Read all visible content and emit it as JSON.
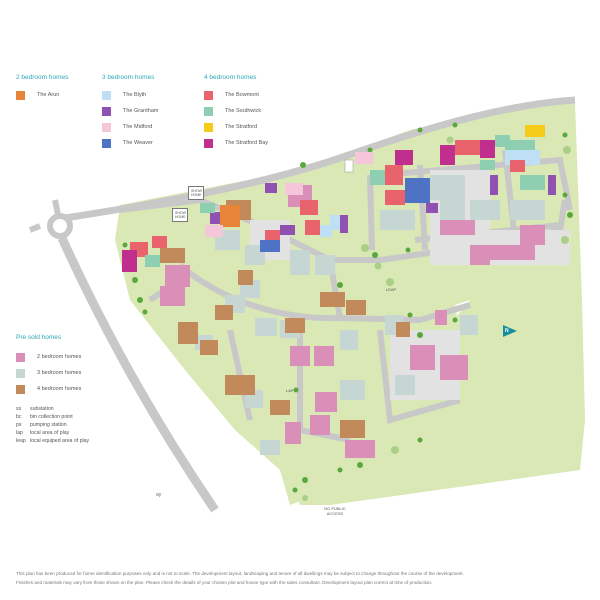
{
  "legend": {
    "two_bed": {
      "heading": "2 bedroom homes",
      "items": [
        {
          "label": "The Arun",
          "color": "#e8843a"
        }
      ]
    },
    "three_bed": {
      "heading": "3 bedroom homes",
      "items": [
        {
          "label": "The Blyth",
          "color": "#bfe0f4"
        },
        {
          "label": "The Grantham",
          "color": "#8f52b0"
        },
        {
          "label": "The Midford",
          "color": "#f5c6da"
        },
        {
          "label": "The Weaver",
          "color": "#4f73c4"
        }
      ]
    },
    "four_bed": {
      "heading": "4 bedroom homes",
      "items": [
        {
          "label": "The Bowmont",
          "color": "#e8636b"
        },
        {
          "label": "The Southwick",
          "color": "#8fcfb1"
        },
        {
          "label": "The Stratford",
          "color": "#f5cc1a"
        },
        {
          "label": "The Stratford Bay",
          "color": "#c02e8e"
        }
      ]
    }
  },
  "presold": {
    "heading": "Pre sold homes",
    "items": [
      {
        "label": "2 bedroom homes",
        "color": "#d98fb8"
      },
      {
        "label": "3 bedroom homes",
        "color": "#c5d6d3"
      },
      {
        "label": "4 bedroom homes",
        "color": "#c2895a"
      }
    ],
    "abbreviations": [
      {
        "code": "ss",
        "meaning": "substation"
      },
      {
        "code": "bc",
        "meaning": "bin collection point"
      },
      {
        "code": "ps",
        "meaning": "pumping station"
      },
      {
        "code": "lap",
        "meaning": "local area of play"
      },
      {
        "code": "leap",
        "meaning": "local equiped area of play"
      }
    ]
  },
  "map": {
    "show_home_1": "SHOW HOME",
    "show_home_2": "SHOW HOME",
    "no_public_access": "NO PUBLIC ACCESS",
    "north_marker": "N",
    "ay_label": "ay",
    "lap_label": "LAP",
    "leap_label": "LEAP",
    "colors": {
      "road": "#c8c8c8",
      "green": "#d9e8b4",
      "tree": "#5aa83c",
      "parking": "#dcdcdc"
    }
  },
  "disclaimer": {
    "line1": "This plan has been produced for home identification purposes only and is not to scale. The development layout, landscaping and tenure of all dwellings may be subject to change throughout the course of the development.",
    "line2": "Finishes and materials may vary from those shown on the plan. Please check the details of your chosen plot and house type with the sales consultant. Development layout plan correct at time of production."
  }
}
